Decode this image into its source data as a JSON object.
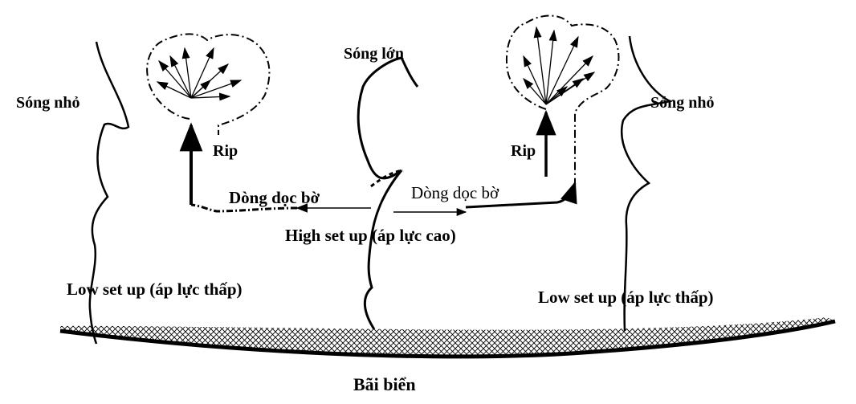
{
  "labels": {
    "small_wave_left": "Sóng nhỏ",
    "small_wave_right": "Sóng nhỏ",
    "big_wave": "Sóng lớn",
    "rip_left": "Rip",
    "rip_right": "Rip",
    "longshore_left": "Dòng dọc bờ",
    "longshore_right": "Dòng dọc bờ",
    "high_setup": "High set up (áp lực cao)",
    "low_setup_left": "Low set up (áp lực thấp)",
    "low_setup_right": "Low set up (áp lực thấp)",
    "beach": "Bãi biển"
  },
  "colors": {
    "ink": "#000000",
    "paper": "#ffffff"
  }
}
